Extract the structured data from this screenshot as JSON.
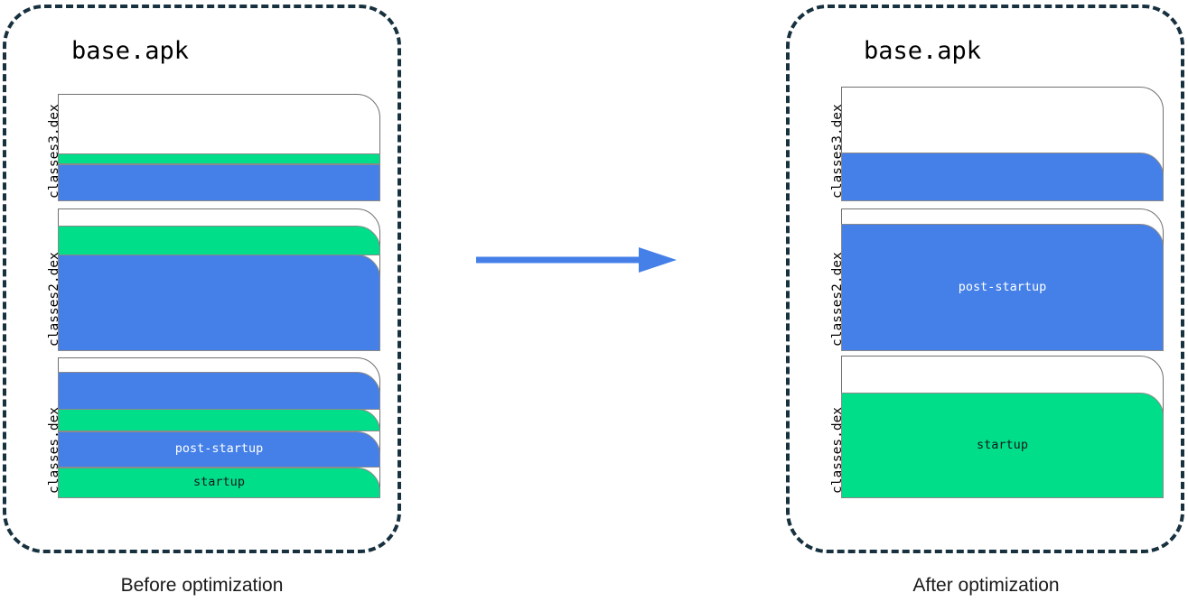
{
  "diagram": {
    "title_left": "base.apk",
    "title_right": "base.apk",
    "caption_left": "Before optimization",
    "caption_right": "After optimization",
    "colors": {
      "startup": "#00DE8A",
      "post_startup": "#4580E8",
      "empty": "#ffffff",
      "container_border": "#17313f",
      "block_border": "#707070",
      "arrow": "#4580E8"
    },
    "legend": {
      "startup_label": "startup",
      "post_startup_label": "post-startup"
    },
    "arrow": {
      "name": "optimization-arrow",
      "direction": "right"
    },
    "before": {
      "panel_name": "before-optimization-panel",
      "dex_files": [
        {
          "name": "classes3.dex",
          "segments": [
            {
              "kind": "empty",
              "label": ""
            },
            {
              "kind": "startup",
              "label": ""
            },
            {
              "kind": "post-startup",
              "label": ""
            }
          ]
        },
        {
          "name": "classes2.dex",
          "segments": [
            {
              "kind": "empty",
              "label": ""
            },
            {
              "kind": "startup",
              "label": ""
            },
            {
              "kind": "post-startup",
              "label": ""
            }
          ]
        },
        {
          "name": "classes.dex",
          "segments": [
            {
              "kind": "empty",
              "label": ""
            },
            {
              "kind": "post-startup",
              "label": ""
            },
            {
              "kind": "startup",
              "label": ""
            },
            {
              "kind": "post-startup",
              "label": "post-startup"
            },
            {
              "kind": "startup",
              "label": "startup"
            }
          ]
        }
      ]
    },
    "after": {
      "panel_name": "after-optimization-panel",
      "dex_files": [
        {
          "name": "classes3.dex",
          "segments": [
            {
              "kind": "empty",
              "label": ""
            },
            {
              "kind": "post-startup",
              "label": ""
            }
          ]
        },
        {
          "name": "classes2.dex",
          "segments": [
            {
              "kind": "empty",
              "label": ""
            },
            {
              "kind": "post-startup",
              "label": "post-startup"
            }
          ]
        },
        {
          "name": "classes.dex",
          "segments": [
            {
              "kind": "empty",
              "label": ""
            },
            {
              "kind": "startup",
              "label": "startup"
            }
          ]
        }
      ]
    }
  }
}
